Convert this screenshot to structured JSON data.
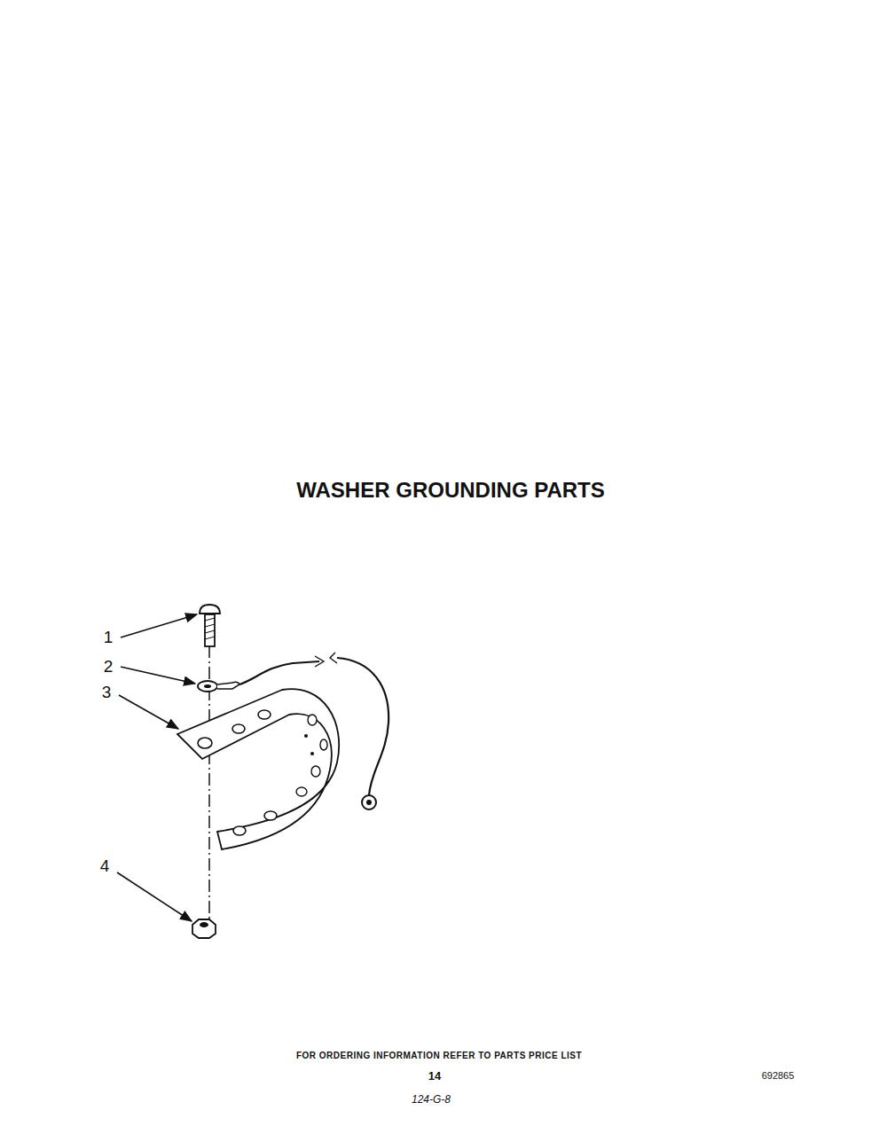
{
  "diagram": {
    "title": "WASHER GROUNDING PARTS",
    "caption": "FOR ORDERING INFORMATION REFER TO PARTS PRICE LIST",
    "labels": [
      "1",
      "2",
      "3",
      "4",
      "14",
      "692865",
      "124-G-8"
    ]
  }
}
